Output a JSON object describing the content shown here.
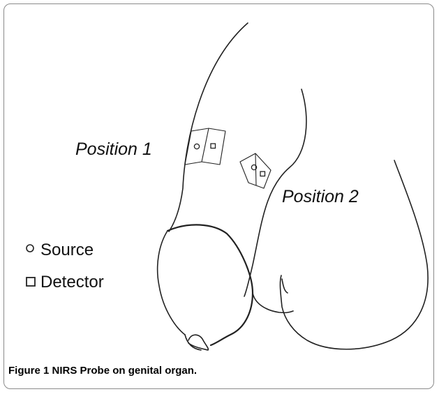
{
  "figure": {
    "labels": {
      "position_1": "Position 1",
      "position_2": "Position 2"
    },
    "legend": {
      "source": "Source",
      "detector": "Detector"
    },
    "caption": {
      "label": "Figure 1",
      "text": "NIRS Probe on genital organ."
    }
  }
}
